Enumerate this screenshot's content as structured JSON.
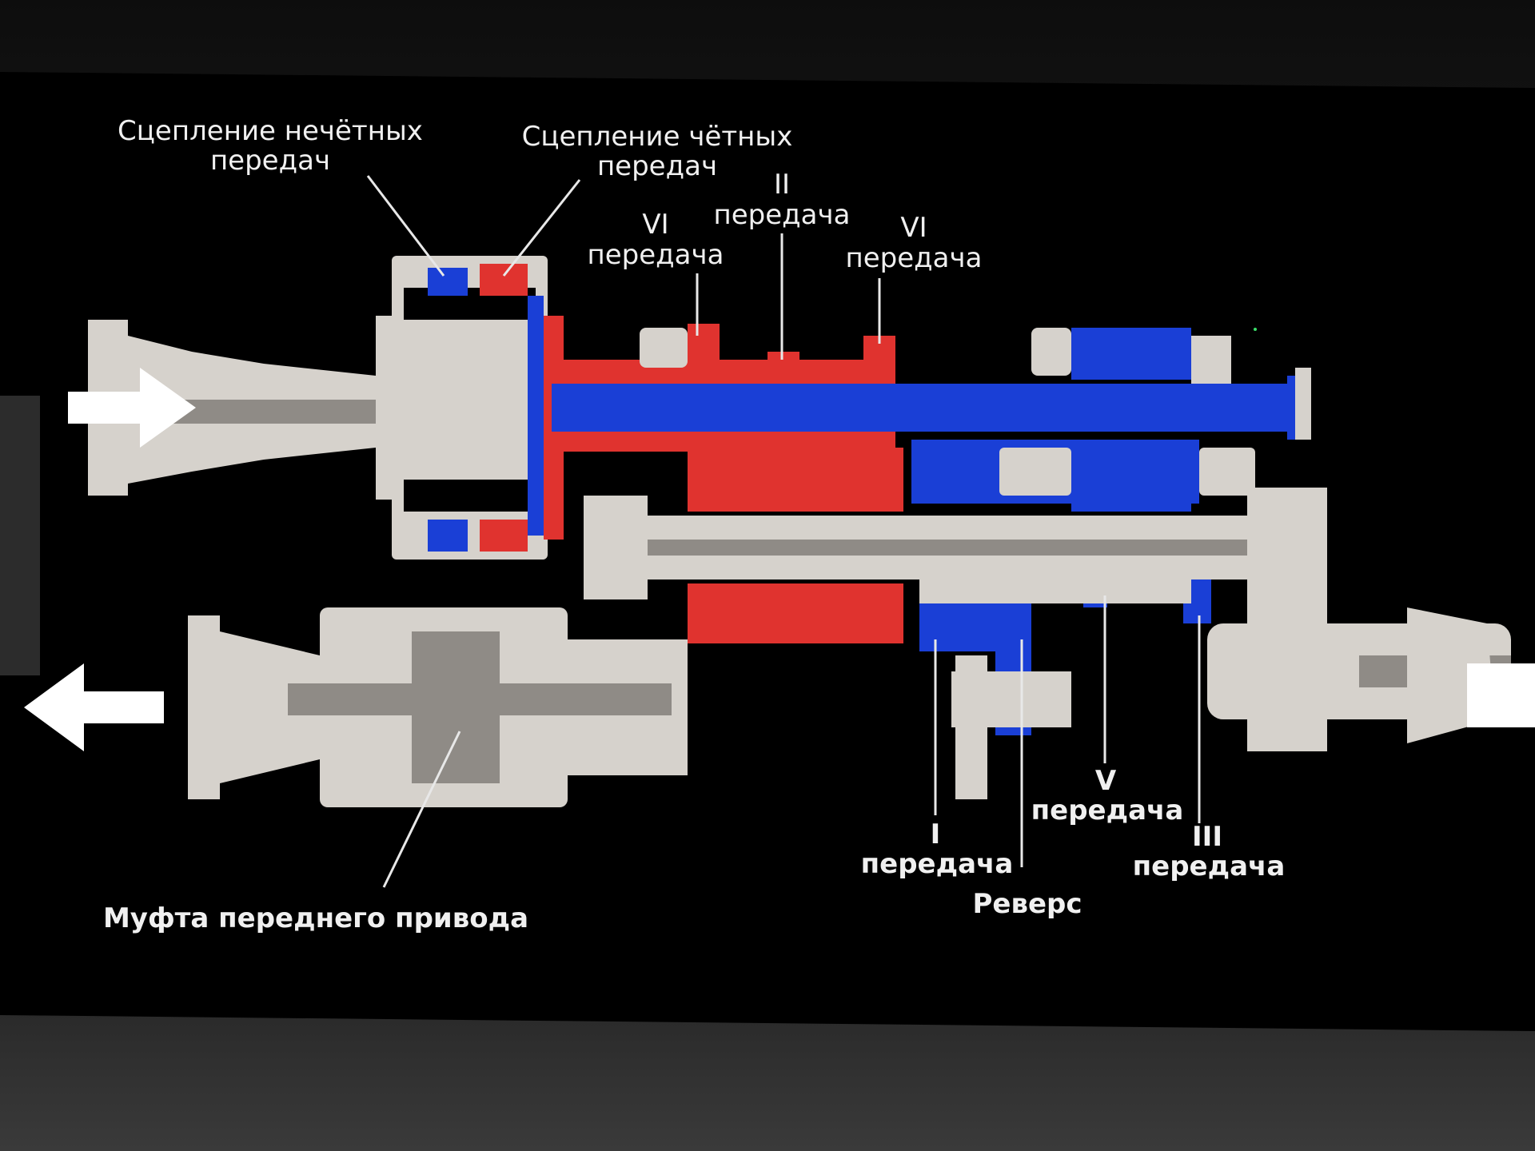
{
  "labels": {
    "odd_clutch": [
      "Сцепление нечётных",
      "передач"
    ],
    "even_clutch": [
      "Сцепление чётных",
      "передач"
    ],
    "gear_vi_left": [
      "VI",
      "передача"
    ],
    "gear_ii": [
      "II",
      "передача"
    ],
    "gear_vi_right": [
      "VI",
      "передача"
    ],
    "gear_i": [
      "I",
      "передача"
    ],
    "reverse": "Реверс",
    "gear_v": [
      "V",
      "передача"
    ],
    "gear_iii": [
      "III",
      "передача"
    ],
    "front_drive_clutch": "Муфта переднего привода"
  },
  "colors": {
    "odd_shaft": "#1a3fd6",
    "even_shaft": "#e0332f",
    "housing": "#d6d2cc",
    "background": "#000000"
  }
}
